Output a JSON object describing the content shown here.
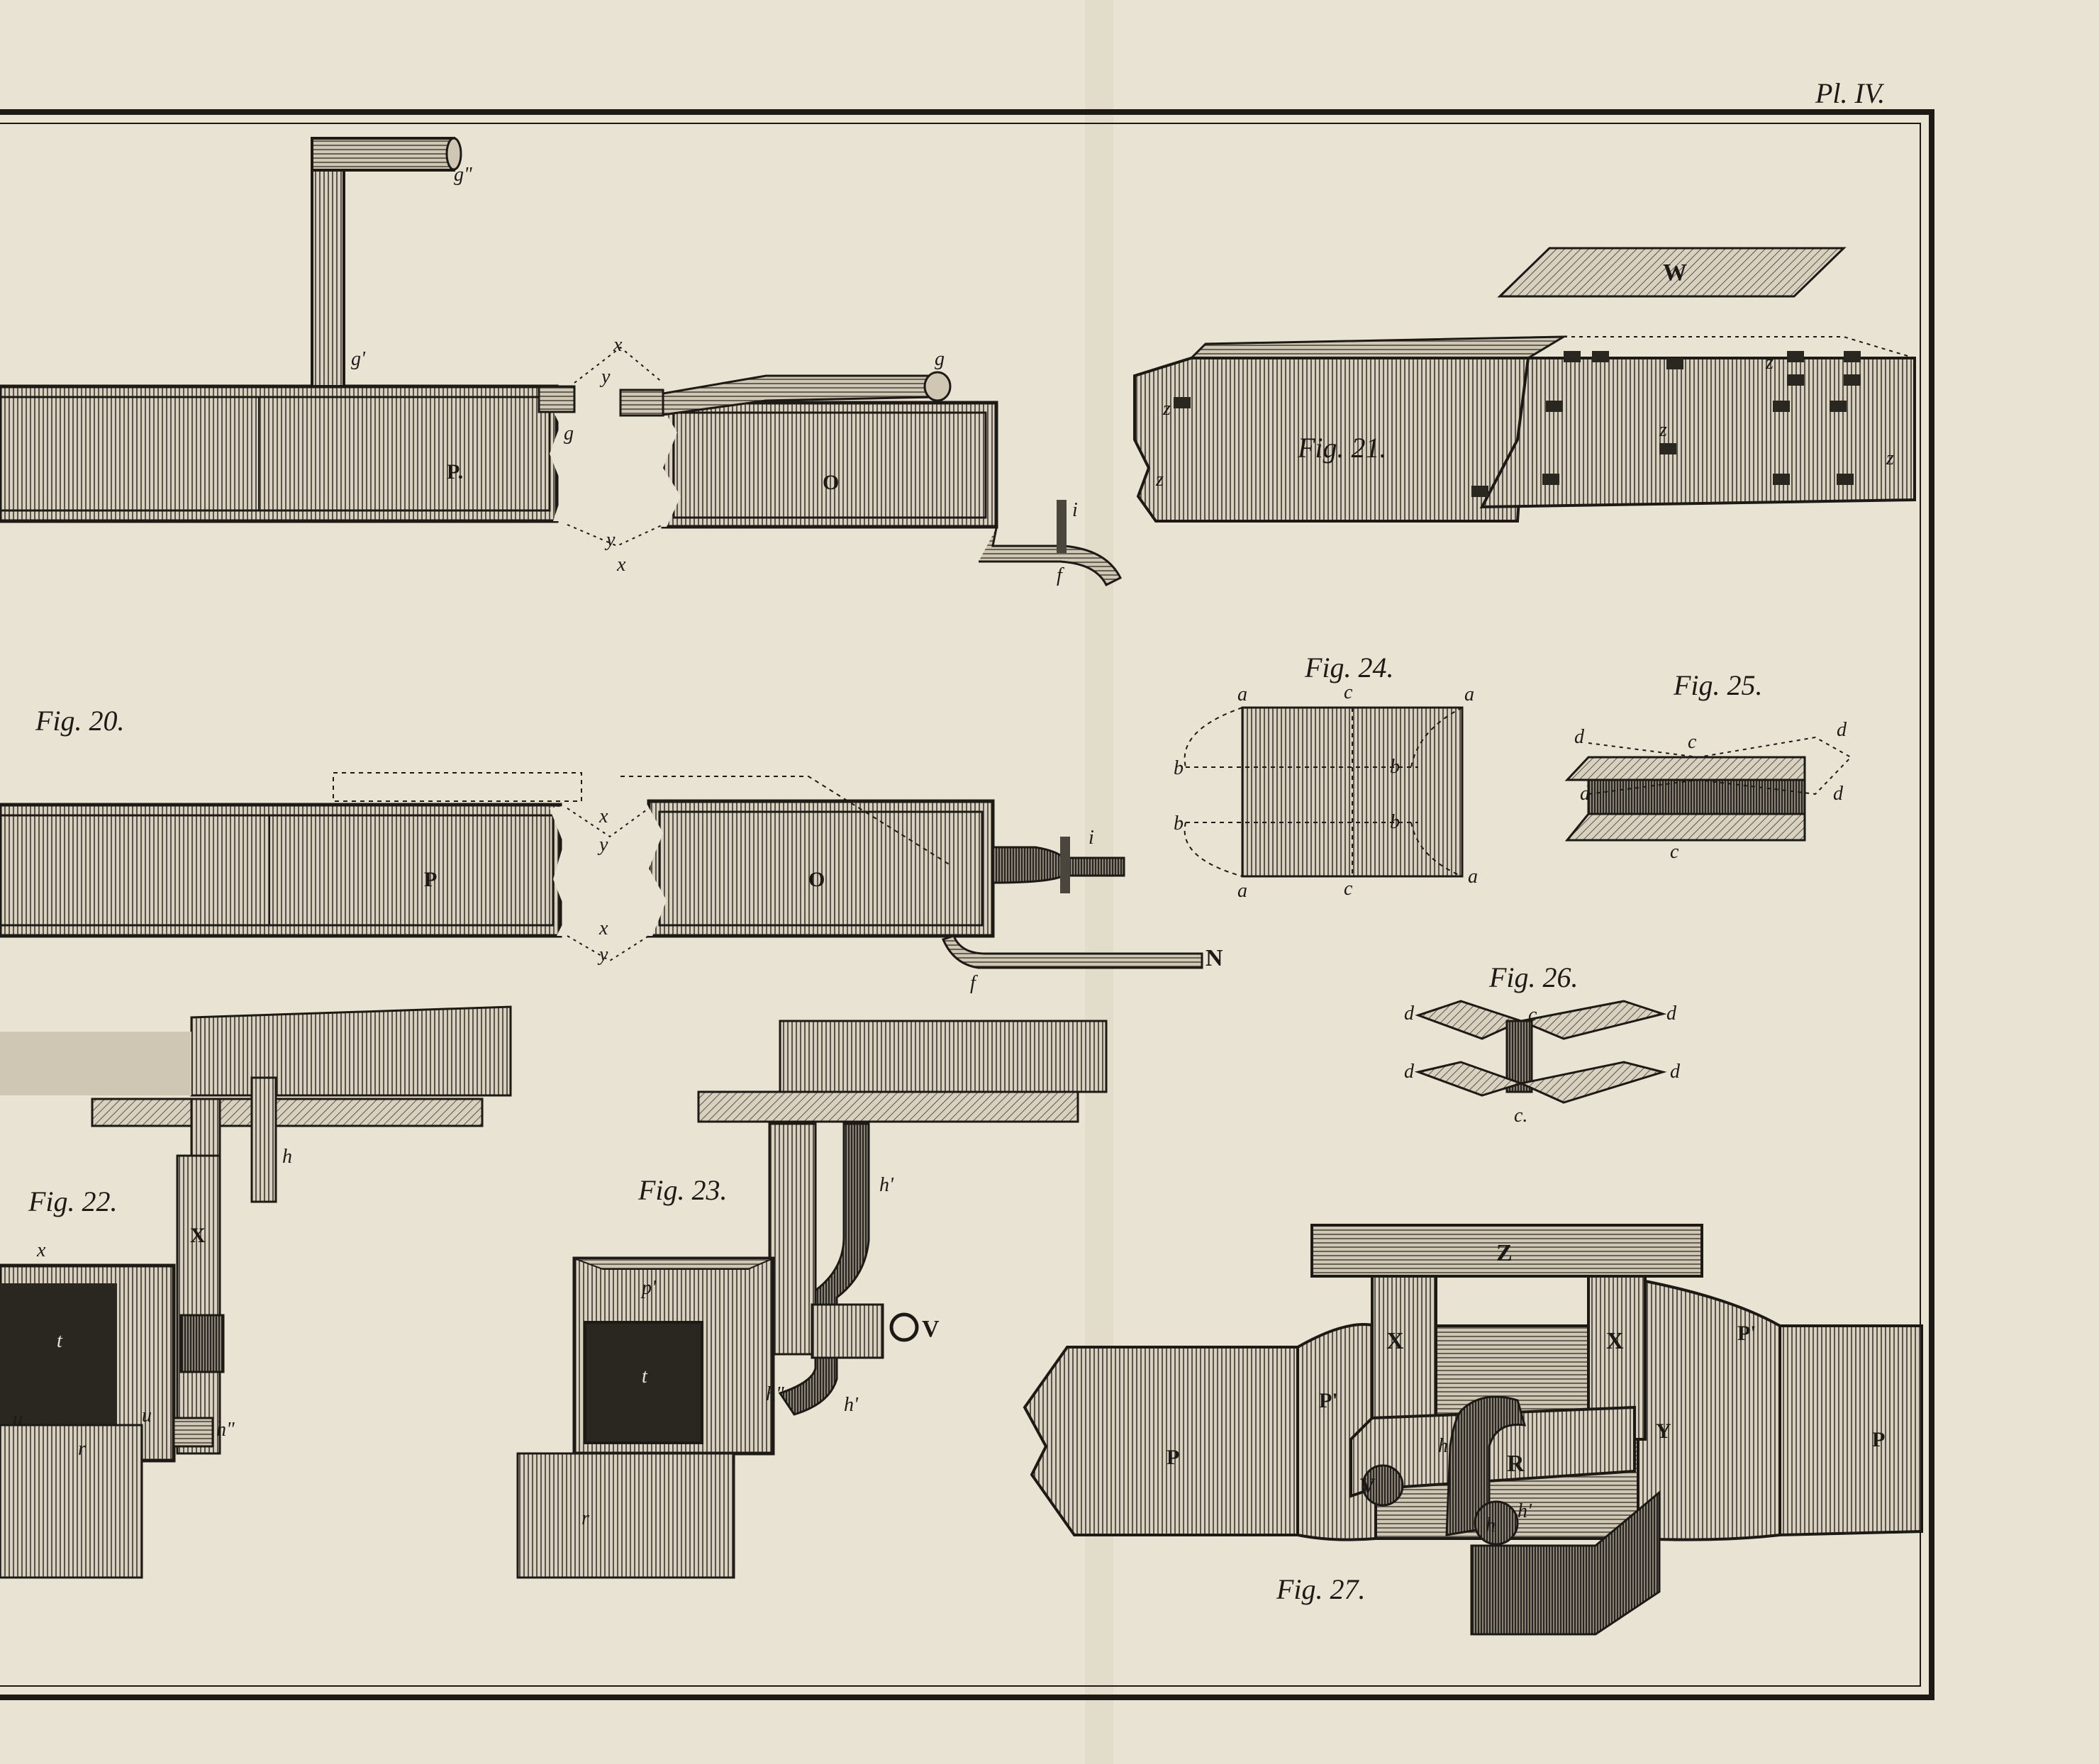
{
  "plate": {
    "title": "Pl. IV.",
    "colors": {
      "paper": "#e9e3d3",
      "ink": "#1d1a16",
      "shade": "#4a453d"
    }
  },
  "fig20": {
    "caption": "Fig. 20.",
    "top": {
      "pipe_left": "P.",
      "pipe_right": "O",
      "labels": [
        "g\"",
        "g'",
        "g",
        "g",
        "x",
        "y",
        "y",
        "x",
        "i",
        "f"
      ]
    },
    "bottom": {
      "pipe_left": "P",
      "pipe_right": "O",
      "labels": [
        "x",
        "y",
        "x",
        "y",
        "i",
        "f",
        "N"
      ]
    }
  },
  "fig21": {
    "caption": "Fig. 21.",
    "plate_label": "W",
    "z": "z"
  },
  "fig22": {
    "caption": "Fig. 22.",
    "labels": [
      "h",
      "X",
      "x",
      "t",
      "u",
      "u",
      "r",
      "h\""
    ]
  },
  "fig23": {
    "caption": "Fig. 23.",
    "labels": [
      "h'",
      "p'",
      "t",
      "V",
      "h\"",
      "h'",
      "r"
    ]
  },
  "fig24": {
    "caption": "Fig. 24.",
    "labels": [
      "a",
      "c",
      "a",
      "b",
      "b",
      "b",
      "b",
      "a",
      "c",
      "a"
    ]
  },
  "fig25": {
    "caption": "Fig. 25.",
    "labels": [
      "d",
      "c",
      "d",
      "d",
      "d",
      "c"
    ]
  },
  "fig26": {
    "caption": "Fig. 26.",
    "labels": [
      "d",
      "c",
      "d",
      "d",
      "d",
      "c."
    ]
  },
  "fig27": {
    "caption": "Fig. 27.",
    "labels": [
      "Z",
      "X",
      "X",
      "P'",
      "P'",
      "P",
      "P",
      "h",
      "R",
      "V",
      "h",
      "h'",
      "Y"
    ]
  }
}
